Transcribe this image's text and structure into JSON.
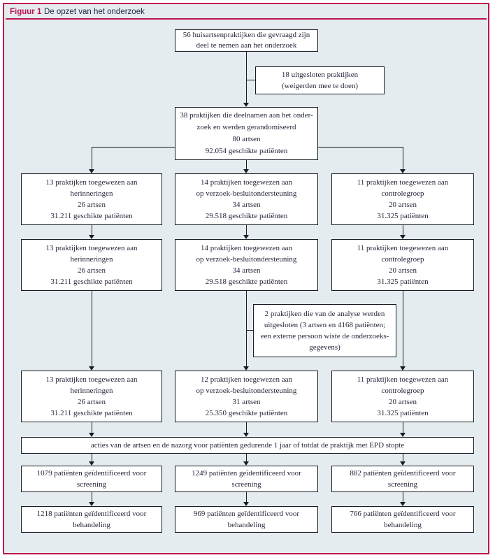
{
  "header": {
    "label": "Figuur 1",
    "title": "De opzet van het onderzoek"
  },
  "colors": {
    "accent_red": "#c11350",
    "background": "#e4ecef",
    "box_fill": "#ffffff",
    "box_border": "#1b1b26",
    "text": "#26263c"
  },
  "boxes": {
    "asked": {
      "lines": [
        "56 huisartsenpraktijken die gevraagd zijn",
        "deel te nemen aan het onderzoek"
      ]
    },
    "excluded_practices": {
      "lines": [
        "18 uitgesloten praktijken",
        "(weigerden mee te doen)"
      ]
    },
    "randomised": {
      "lines": [
        "38 praktijken die deelnamen aan het onder-",
        "zoek en werden gerandomiseerd",
        "80 artsen",
        "92.054 geschikte patiënten"
      ]
    },
    "allocation_row1": {
      "reminders": {
        "lines": [
          "13 praktijken toegewezen aan",
          "herinneringen",
          "26 artsen",
          "31.211 geschikte patiënten"
        ]
      },
      "decision_support": {
        "lines": [
          "14 praktijken toegewezen aan",
          "op verzoek-besluitondersteuning",
          "34 artsen",
          "29.518 geschikte patiënten"
        ]
      },
      "control": {
        "lines": [
          "11 praktijken toegewezen aan",
          "controlegroep",
          "20 artsen",
          "31.325 patiënten"
        ]
      }
    },
    "allocation_row2": {
      "reminders": {
        "lines": [
          "13 praktijken toegewezen aan",
          "herinneringen",
          "26 artsen",
          "31.211 geschikte patiënten"
        ]
      },
      "decision_support": {
        "lines": [
          "14 praktijken toegewezen aan",
          "op verzoek-besluitondersteuning",
          "34 artsen",
          "29.518 geschikte patiënten"
        ]
      },
      "control": {
        "lines": [
          "11 praktijken toegewezen aan",
          "controlegroep",
          "20 artsen",
          "31.325 patiënten"
        ]
      }
    },
    "excluded_analysis": {
      "lines": [
        "2 praktijken die van de analyse werden",
        "uitgesloten (3 artsen en 4168 patiënten;",
        "een externe persoon wiste de onderzoeks-",
        "gegevens)"
      ]
    },
    "analysis_row": {
      "reminders": {
        "lines": [
          "13 praktijken toegewezen aan",
          "herinneringen",
          "26 artsen",
          "31.211 geschikte patiënten"
        ]
      },
      "decision_support": {
        "lines": [
          "12 praktijken toegewezen aan",
          "op verzoek-besluitondersteuning",
          "31 artsen",
          "25.350 geschikte patiënten"
        ]
      },
      "control": {
        "lines": [
          "11 praktijken toegewezen aan",
          "controlegroep",
          "20 artsen",
          "31.325 patiënten"
        ]
      }
    },
    "followup": {
      "lines": [
        "acties van de artsen en de nazorg voor patiënten gedurende 1 jaar of totdat de praktijk met EPD stopte"
      ]
    },
    "screening": {
      "reminders": {
        "lines": [
          "1079 patiënten geïdentificeerd voor",
          "screening"
        ]
      },
      "decision_support": {
        "lines": [
          "1249 patiënten geïdentificeerd voor",
          "screening"
        ]
      },
      "control": {
        "lines": [
          "882 patiënten geïdentificeerd voor",
          "screening"
        ]
      }
    },
    "treatment": {
      "reminders": {
        "lines": [
          "1218 patiënten geïdentificeerd voor",
          "behandeling"
        ]
      },
      "decision_support": {
        "lines": [
          "969 patiënten geïdentificeerd voor",
          "behandeling"
        ]
      },
      "control": {
        "lines": [
          "766 patiënten geïdentificeerd voor",
          "behandeling"
        ]
      }
    }
  }
}
